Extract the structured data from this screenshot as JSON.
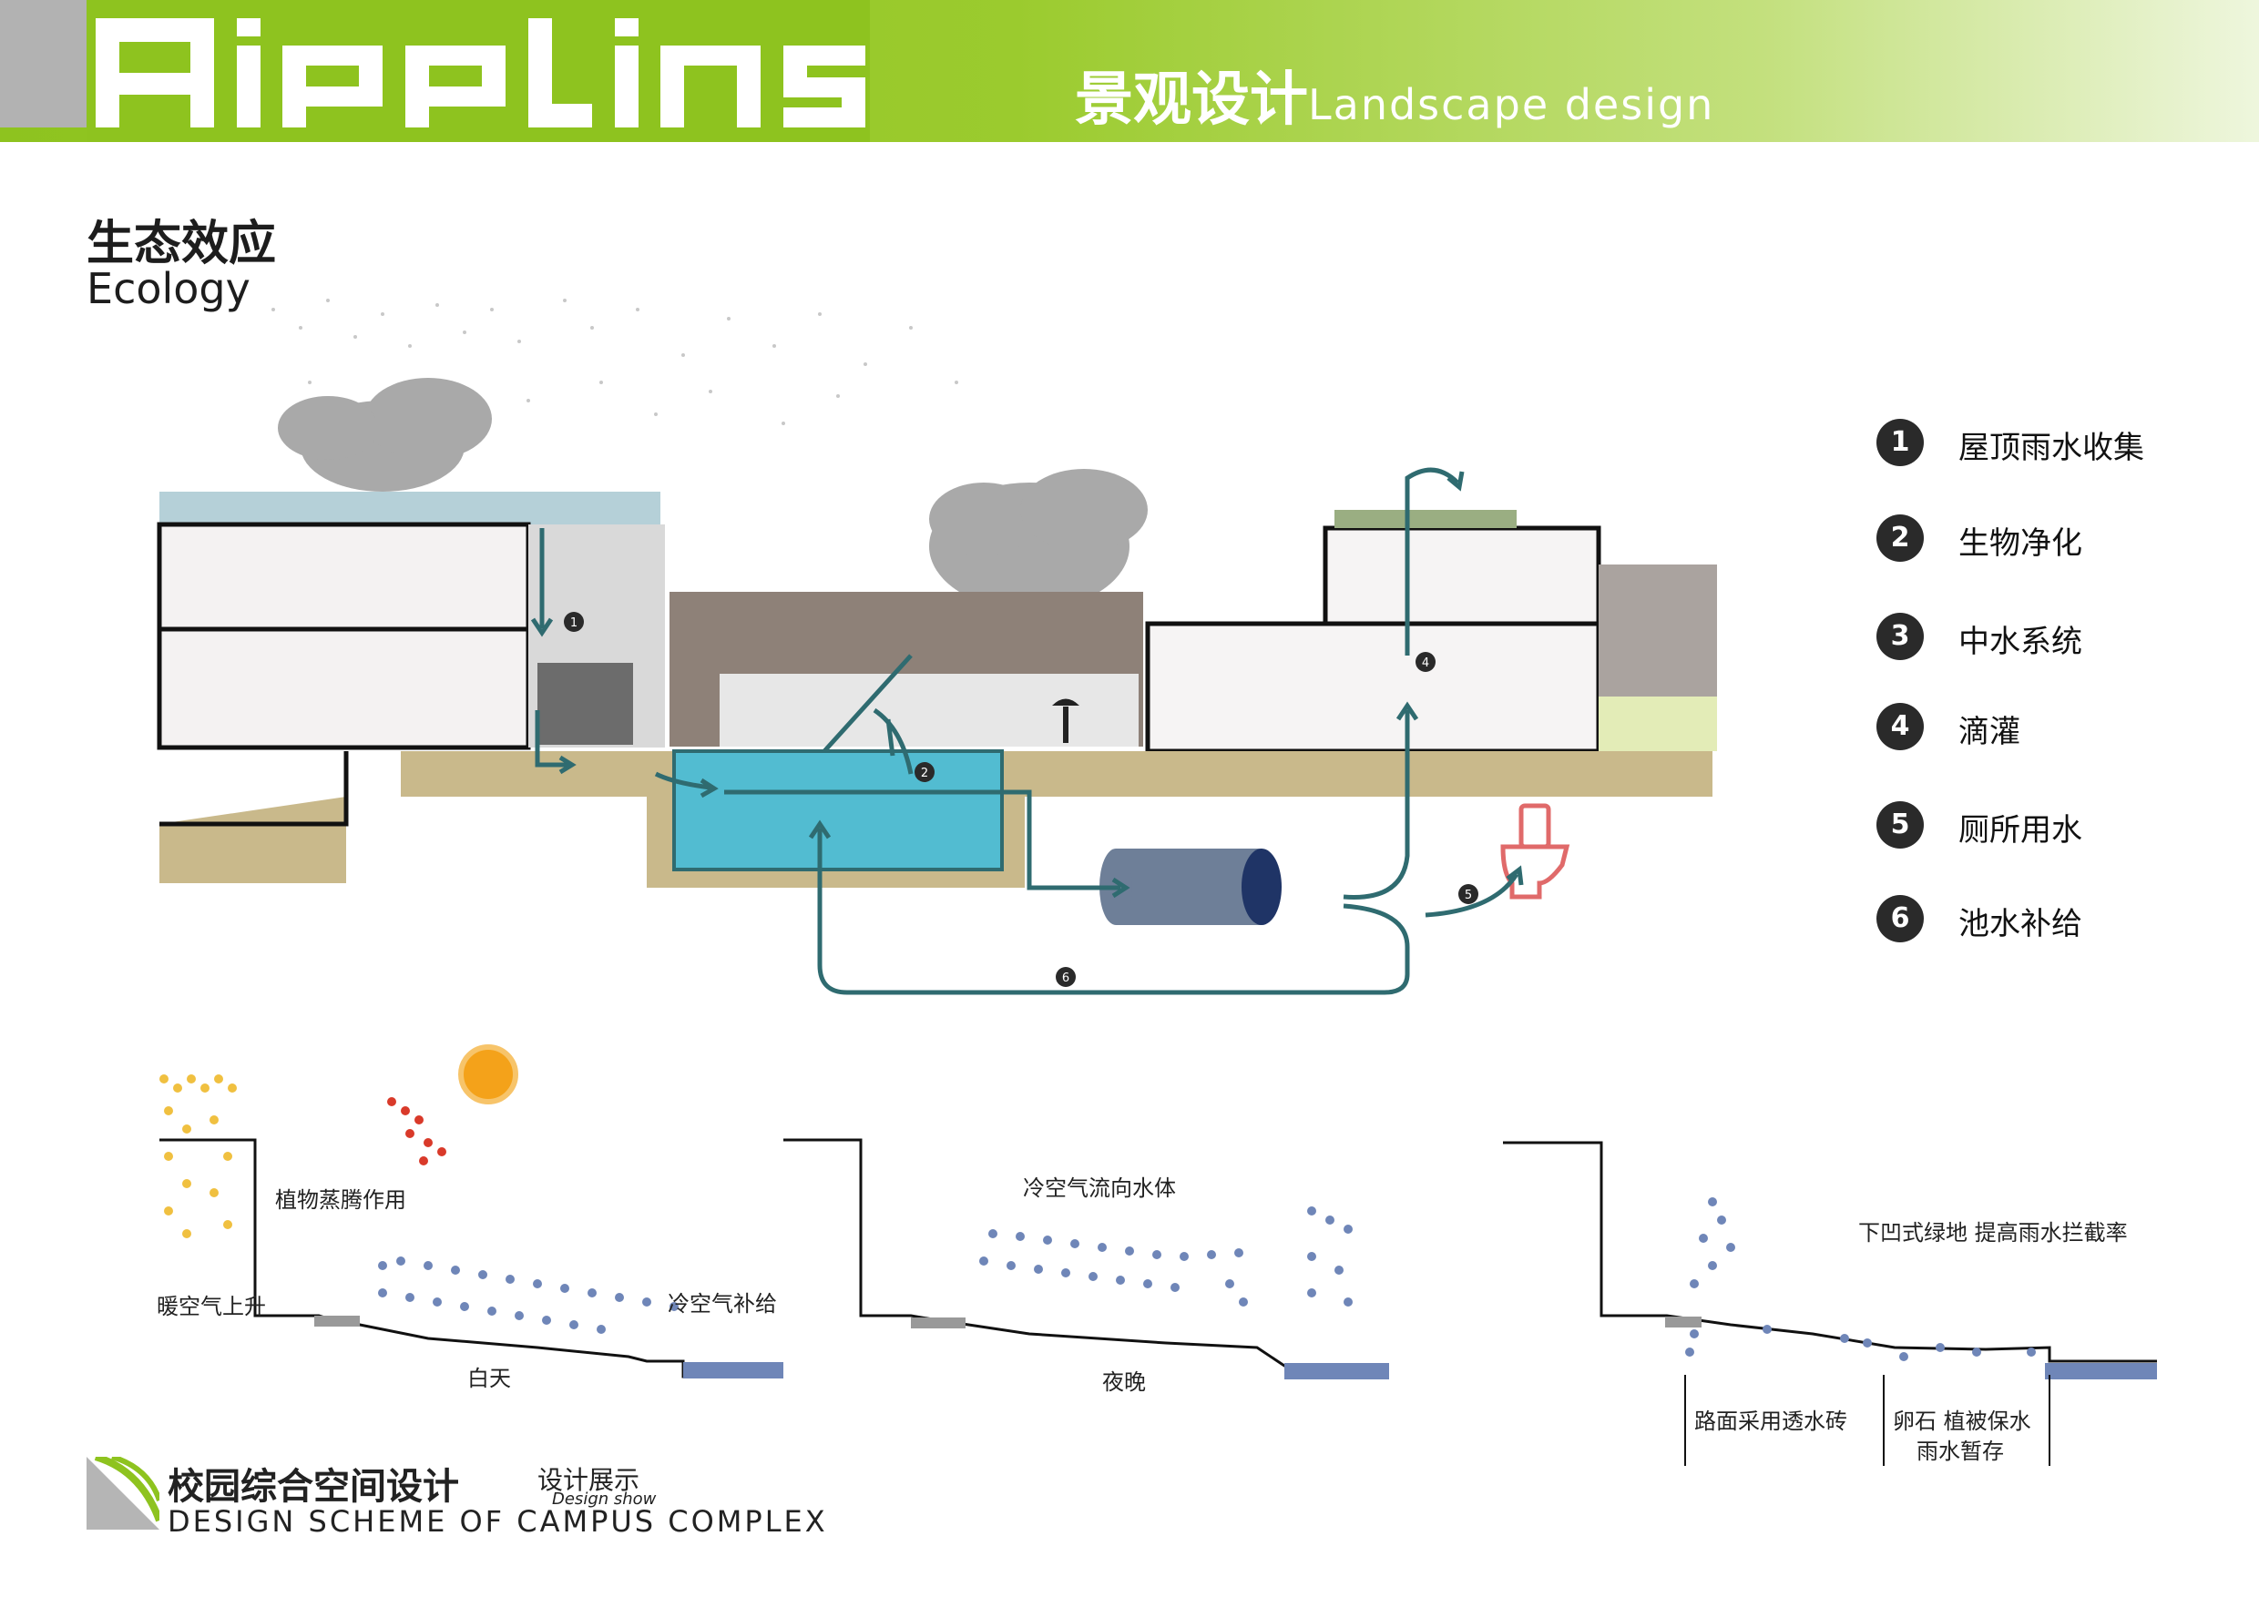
{
  "header": {
    "logo_text": "RIPPLING",
    "title_cn": "景观设计",
    "title_en": "Landscape design"
  },
  "section": {
    "title": "生态效应",
    "subtitle": "Ecology"
  },
  "legend": [
    {
      "num": "1",
      "label": "屋顶雨水收集"
    },
    {
      "num": "2",
      "label": "生物净化"
    },
    {
      "num": "3",
      "label": "中水系统"
    },
    {
      "num": "4",
      "label": "滴灌"
    },
    {
      "num": "5",
      "label": "厕所用水"
    },
    {
      "num": "6",
      "label": "池水补给"
    }
  ],
  "diagram_markers": [
    "1",
    "2",
    "4",
    "5",
    "6"
  ],
  "panel_day": {
    "transpiration": "植物蒸腾作用",
    "warm_air": "暖空气上升",
    "cool_air": "冷空气补给",
    "caption": "白天"
  },
  "panel_night": {
    "cool_flow": "冷空气流向水体",
    "caption": "夜晚"
  },
  "panel_rain": {
    "sunken": "下凹式绿地  提高雨水拦截率",
    "paving": "路面采用透水砖",
    "pebble": "卵石  植被保水",
    "storage": "雨水暂存"
  },
  "footer": {
    "title_cn": "校园综合空间设计",
    "show_cn": "设计展示",
    "show_en": "Design show",
    "title_en": "DESIGN SCHEME OF CAMPUS COMPLEX"
  },
  "colors": {
    "brand_green": "#8ec31f",
    "water": "#52bcd1",
    "pipe": "#2f6b70",
    "soil": "#c9b98b",
    "tank": "#6e7f98",
    "toilet": "#e06a6a"
  }
}
